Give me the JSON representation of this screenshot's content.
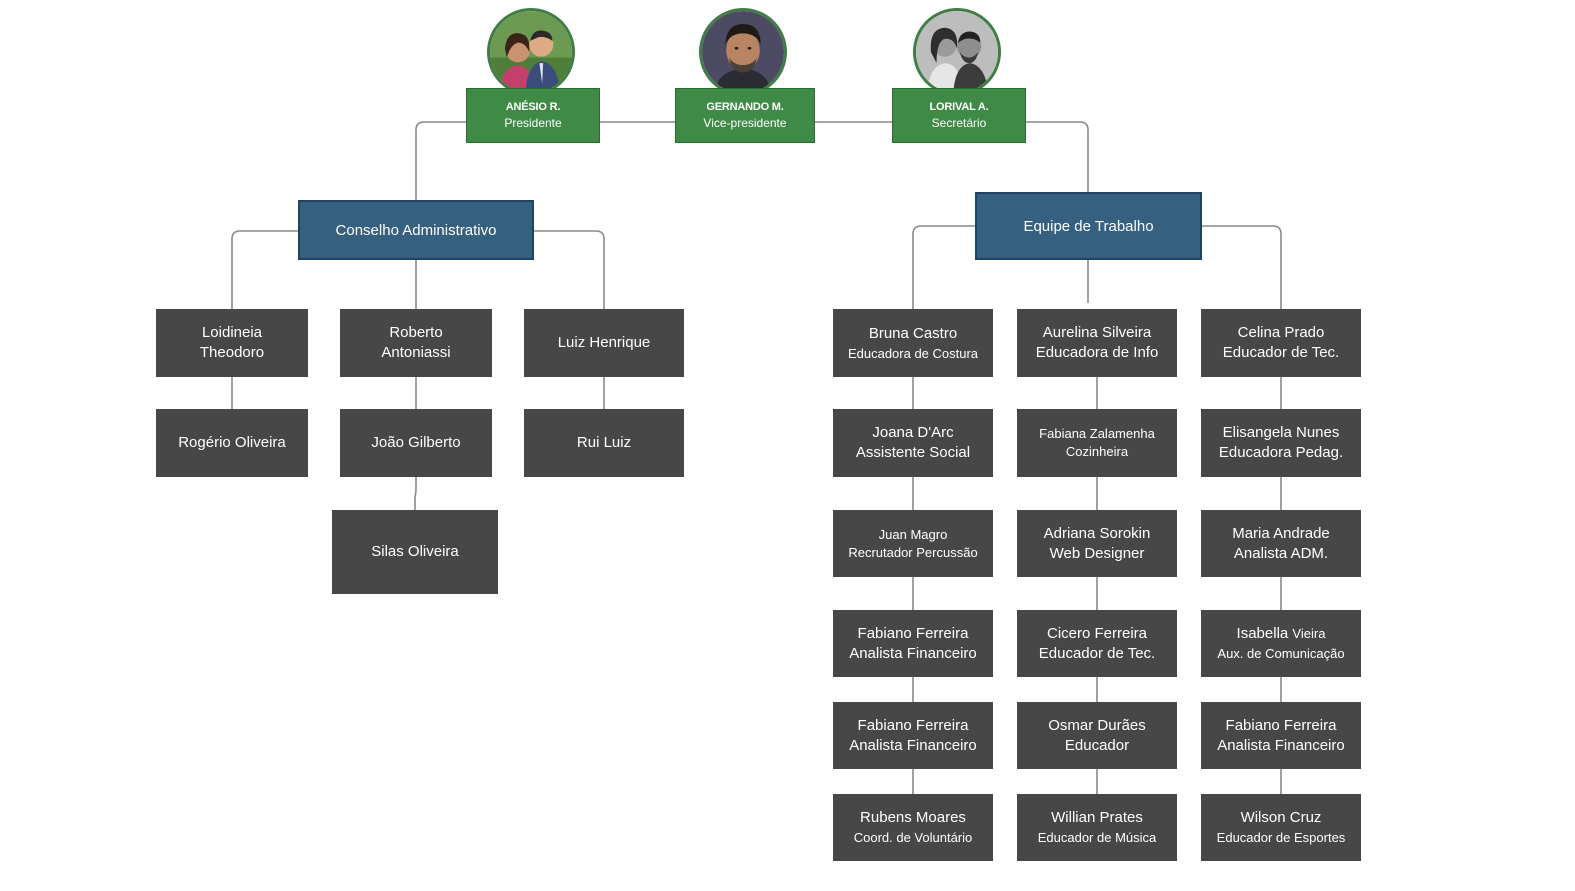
{
  "colors": {
    "executive": "#3f8a47",
    "department": "#35607f",
    "member": "#474747",
    "connector": "#8a8a8a"
  },
  "executives": [
    {
      "name": "ANÉSIO R.",
      "role": "Presidente",
      "photo": "couple-photo"
    },
    {
      "name": "GERNANDO M.",
      "role": "Vice-presidente",
      "photo": "man-photo"
    },
    {
      "name": "LORIVAL A.",
      "role": "Secretário",
      "photo": "couple-photo-bw"
    }
  ],
  "conselho": {
    "title": "Conselho Administrativo",
    "members": {
      "loidineia": {
        "line1": "Loidineia",
        "line2": "Theodoro"
      },
      "roberto": {
        "line1": "Roberto",
        "line2": "Antoniassi"
      },
      "luiz": {
        "line1": "Luiz Henrique"
      },
      "rogerio": {
        "line1": "Rogério Oliveira"
      },
      "joao": {
        "line1": "João Gilberto"
      },
      "rui": {
        "line1": "Rui Luiz"
      },
      "silas": {
        "line1": "Silas Oliveira"
      }
    }
  },
  "equipe": {
    "title": "Equipe de Trabalho",
    "col1": [
      {
        "name": "Bruna Castro",
        "role": "Educadora de Costura"
      },
      {
        "name": "Joana D'Arc",
        "role": "Assistente Social"
      },
      {
        "name": "Juan Magro",
        "role": "Recrutador Percussão"
      },
      {
        "name": "Fabiano Ferreira",
        "role": "Analista Financeiro"
      },
      {
        "name": "Fabiano Ferreira",
        "role": "Analista Financeiro"
      },
      {
        "name": "Rubens Moares",
        "role": "Coord. de Voluntário"
      }
    ],
    "col2": [
      {
        "name": "Aurelina Silveira",
        "role": "Educadora de Info"
      },
      {
        "name": "Fabiana Zalamenha",
        "role": "Cozinheira"
      },
      {
        "name": "Adriana Sorokin",
        "role": "Web Designer"
      },
      {
        "name": "Cicero Ferreira",
        "role": "Educador de Tec."
      },
      {
        "name": "Osmar Durães",
        "role": "Educador"
      },
      {
        "name": "Willian Prates",
        "role": "Educador de Música"
      }
    ],
    "col3": [
      {
        "name": "Celina Prado",
        "role": "Educador de Tec."
      },
      {
        "name": "Elisangela Nunes",
        "role": "Educadora Pedag."
      },
      {
        "name": "Maria Andrade",
        "role": "Analista ADM."
      },
      {
        "name": "Isabella",
        "name_small": "Vieira",
        "role": "Aux. de Comunicação"
      },
      {
        "name": "Fabiano Ferreira",
        "role": "Analista Financeiro"
      },
      {
        "name": "Wilson Cruz",
        "role": "Educador de Esportes"
      }
    ]
  }
}
